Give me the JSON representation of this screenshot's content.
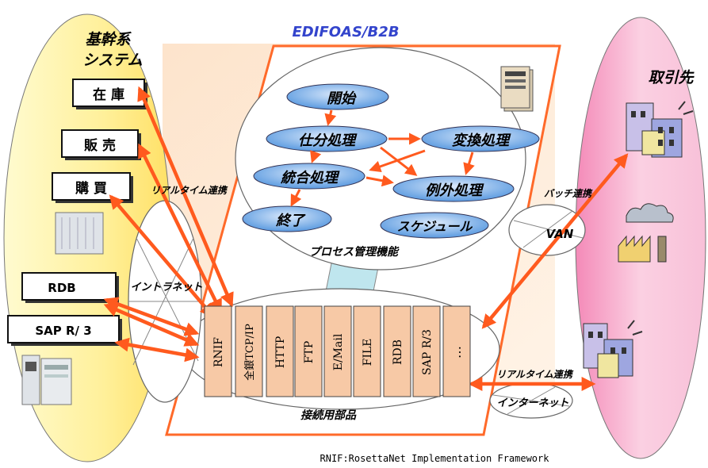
{
  "title": "EDIFOAS/B2B",
  "left_panel": {
    "title_line1": "基幹系",
    "title_line2": "システム",
    "boxes": [
      "在 庫",
      "販 売",
      "購 買",
      "RDB",
      "SAP R/ 3"
    ]
  },
  "right_panel": {
    "title": "取引先"
  },
  "process": {
    "nodes": [
      "開始",
      "仕分処理",
      "変換処理",
      "統合処理",
      "例外処理",
      "終了",
      "スケジュール"
    ],
    "caption": "プロセス管理機能"
  },
  "modules": {
    "items": [
      "RNIF",
      "全銀TCP/IP",
      "HTTP",
      "FTP",
      "E/Mail",
      "FILE",
      "RDB",
      "SAP R/3",
      "…"
    ],
    "caption": "接続用部品"
  },
  "network_labels": {
    "realtime_left": "リアルタイム連携",
    "intranet": "イントラネット",
    "batch": "バッチ連携",
    "van": "VAN",
    "realtime_right": "リアルタイム連携",
    "internet": "インターネット"
  },
  "footnote": "RNIF:RosettaNet Implementation Framework",
  "colors": {
    "arrow": "#ff5a1e",
    "module_fill": "#f7c9a6",
    "panel_left": "#ffee88",
    "panel_right": "#f4a8c8",
    "title_blue": "#3344cc",
    "node_blue": "#5a9ae0"
  }
}
